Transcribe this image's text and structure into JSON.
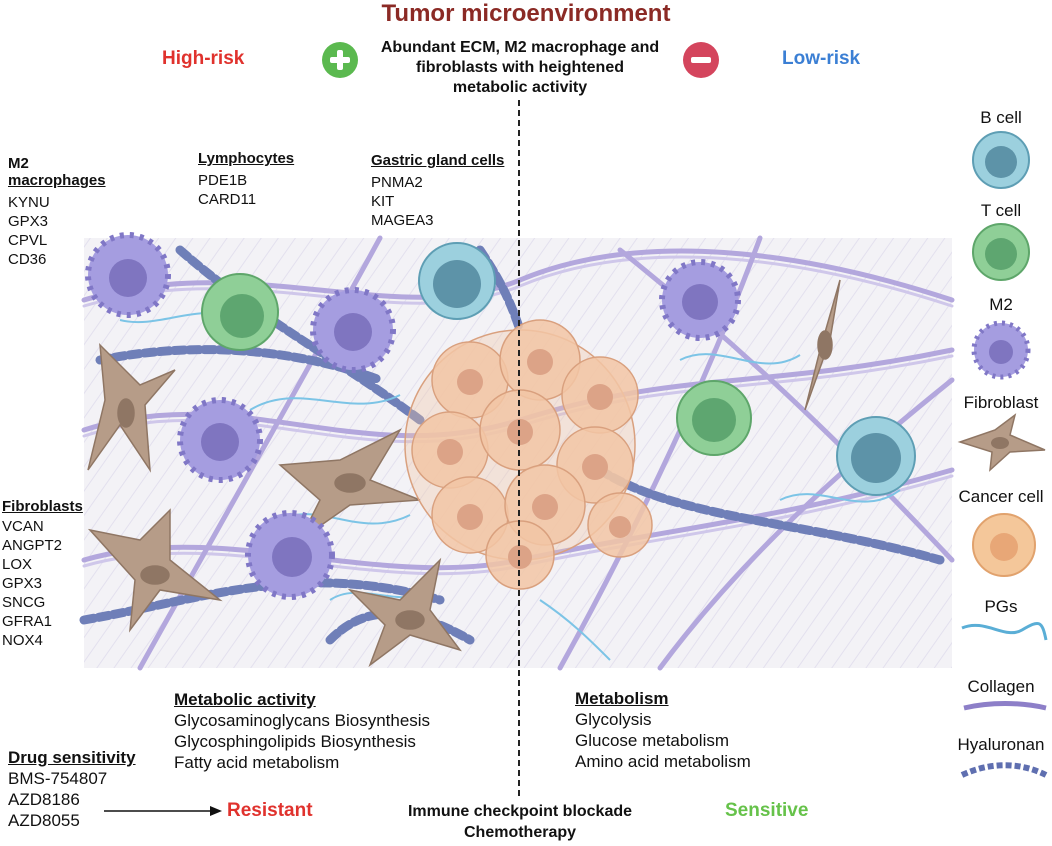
{
  "title": "Tumor microenvironment",
  "header": {
    "high_risk": "High-risk",
    "low_risk": "Low-risk",
    "description_lines": [
      "Abundant ECM, M2 macrophage and",
      "fibroblasts with heightened",
      "metabolic activity"
    ]
  },
  "gene_groups": {
    "m2": {
      "title_lines": [
        "M2",
        "macrophages"
      ],
      "genes": [
        "KYNU",
        "GPX3",
        "CPVL",
        "CD36"
      ]
    },
    "lymphocytes": {
      "title": "Lymphocytes",
      "genes": [
        "PDE1B",
        "CARD11"
      ]
    },
    "gastric": {
      "title": "Gastric gland cells",
      "genes": [
        "PNMA2",
        "KIT",
        "MAGEA3"
      ]
    },
    "fibroblasts": {
      "title": "Fibroblasts",
      "genes": [
        "VCAN",
        "ANGPT2",
        "LOX",
        "GPX3",
        "SNCG",
        "GFRA1",
        "NOX4"
      ]
    }
  },
  "metabolic_activity": {
    "title": "Metabolic activity",
    "items": [
      "Glycosaminoglycans Biosynthesis",
      "Glycosphingolipids Biosynthesis",
      "Fatty acid metabolism"
    ]
  },
  "metabolism": {
    "title": "Metabolism",
    "items": [
      "Glycolysis",
      "Glucose metabolism",
      "Amino acid metabolism"
    ]
  },
  "drug_sensitivity": {
    "title": "Drug sensitivity",
    "drugs": [
      "BMS-754807",
      "AZD8186",
      "AZD8055"
    ]
  },
  "outcomes": {
    "resistant": "Resistant",
    "sensitive": "Sensitive",
    "treatment_lines": [
      "Immune checkpoint blockade",
      "Chemotherapy"
    ]
  },
  "legend": {
    "b_cell": "B cell",
    "t_cell": "T cell",
    "m2": "M2",
    "fibroblast": "Fibroblast",
    "cancer_cell": "Cancer cell",
    "pgs": "PGs",
    "collagen": "Collagen",
    "hyaluronan": "Hyaluronan"
  },
  "colors": {
    "title": "#8b2a25",
    "high_risk": "#e0322d",
    "low_risk": "#3b7fd4",
    "sensitive": "#66c24a",
    "plus": "#5bb94f",
    "minus": "#d4455d",
    "b_cell": "#7fb6c8",
    "t_cell": "#6fb77e",
    "m2": "#9a92d6",
    "fibroblast": "#b59a86",
    "cancer": "#f1c9a5",
    "pgs": "#5aaed6",
    "collagen": "#9f8fd0",
    "hyaluronan": "#5f6fb0"
  }
}
